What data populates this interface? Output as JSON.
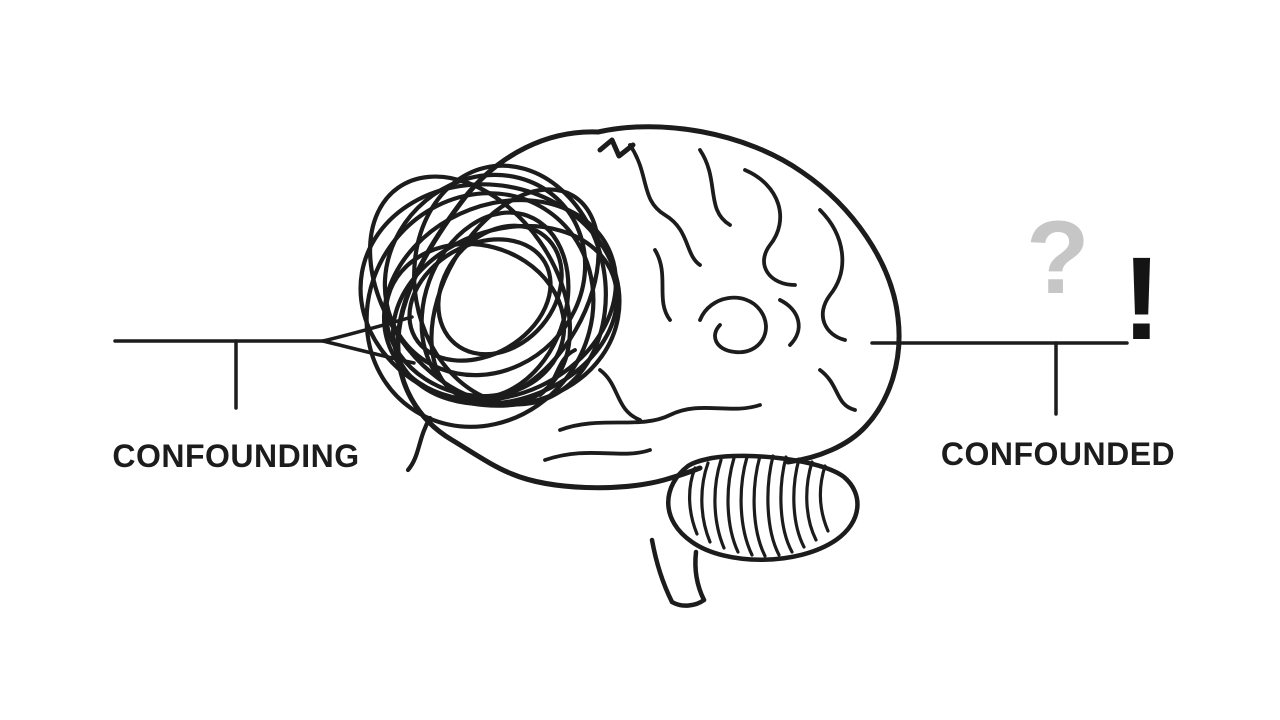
{
  "scene": {
    "background_color": "#ffffff",
    "ink_color": "#1c1c1c",
    "icons": {
      "brain": "brain-side-view-line-art",
      "tangle": "scribble-tangle-ball"
    },
    "labels": {
      "left": "CONFOUNDING",
      "right": "CONFOUNDED"
    },
    "symbols": {
      "question_mark": "?",
      "exclamation_mark": "!",
      "question_mark_color": "#c6c6c6",
      "exclamation_mark_color": "#141414"
    }
  }
}
